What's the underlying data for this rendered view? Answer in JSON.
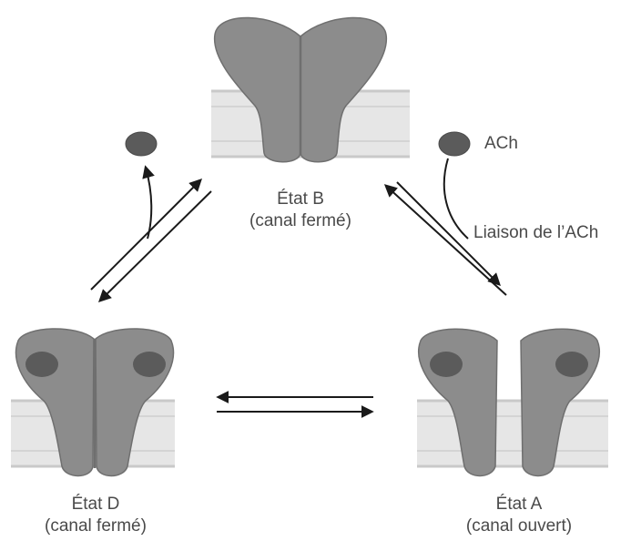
{
  "states": {
    "b": {
      "name": "État B",
      "status": "(canal fermé)"
    },
    "d": {
      "name": "État D",
      "status": "(canal fermé)"
    },
    "a": {
      "name": "État A",
      "status": "(canal ouvert)"
    }
  },
  "ligand": {
    "label": "ACh"
  },
  "binding": {
    "label": "Liaison de l’ACh"
  },
  "colors": {
    "protein": "#8c8c8c",
    "protein_outline": "#6f6f6f",
    "binding_site": "#5b5b5b",
    "membrane": "#e6e6e6",
    "membrane_line": "#c9c9c9",
    "arrow": "#1a1a1a"
  }
}
